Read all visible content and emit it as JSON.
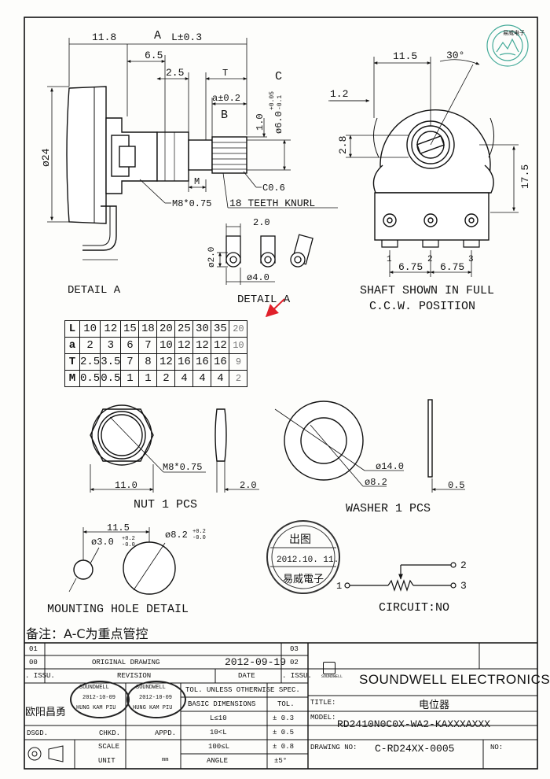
{
  "drawing": {
    "side_view": {
      "dim_overall": "11.8",
      "label_a": "A",
      "tol_l": "L±0.3",
      "dim_6_5": "6.5",
      "dim_2_5": "2.5",
      "label_t": "T",
      "tol_a": "a±0.2",
      "label_b": "B",
      "label_c": "C",
      "shaft_dia": "ø6.0",
      "shaft_dia_upper": "+0.05",
      "shaft_dia_lower": "-0.1",
      "dim_1_0": "1.0",
      "body_dia": "ø24",
      "label_m": "M",
      "chamfer": "C0.6",
      "thread": "M8*0.75",
      "knurl": "18 TEETH KNURL",
      "detail_label": "DETAIL A"
    },
    "front_view": {
      "dim_11_5": "11.5",
      "angle": "30°",
      "dim_1_2": "1.2",
      "dim_2_8": "2.8",
      "dim_17_5": "17.5",
      "pin_1": "1",
      "pin_2": "2",
      "pin_3": "3",
      "pitch_a": "6.75",
      "pitch_b": "6.75",
      "caption_line1": "SHAFT SHOWN IN FULL",
      "caption_line2": "C.C.W. POSITION"
    },
    "detail_a": {
      "dim_2_0_top": "2.0",
      "dim_2_0_side": "ø2.0",
      "dim_4_0": "ø4.0",
      "label": "DETAIL A"
    },
    "nut": {
      "thread": "M8*0.75",
      "width": "11.0",
      "thickness": "2.0",
      "caption": "NUT 1 PCS"
    },
    "washer": {
      "outer": "ø14.0",
      "inner": "ø8.2",
      "thickness": "0.5",
      "caption": "WASHER 1 PCS"
    },
    "mounting": {
      "spacing": "11.5",
      "small_hole": "ø3.0",
      "small_tol_upper": "+0.2",
      "small_tol_lower": "-0.0",
      "large_hole": "ø8.2",
      "large_tol_upper": "+0.2",
      "large_tol_lower": "-0.0",
      "caption": "MOUNTING HOLE DETAIL"
    },
    "circuit": {
      "pin_1": "1",
      "pin_2": "2",
      "pin_3": "3",
      "caption": "CIRCUIT:NO"
    },
    "stamp": {
      "top": "出图",
      "date": "2012.10. 11.",
      "bottom": "易威電子"
    },
    "corner_logo": "易威电子"
  },
  "dimension_table": {
    "rows": [
      {
        "label": "L",
        "values": [
          "10",
          "12",
          "15",
          "18",
          "20",
          "25",
          "30",
          "35",
          "20"
        ]
      },
      {
        "label": "a",
        "values": [
          "2",
          "3",
          "6",
          "7",
          "10",
          "12",
          "12",
          "12",
          "10"
        ]
      },
      {
        "label": "T",
        "values": [
          "2.5",
          "3.5",
          "7",
          "8",
          "12",
          "16",
          "16",
          "16",
          "9"
        ]
      },
      {
        "label": "M",
        "values": [
          "0.5",
          "0.5",
          "1",
          "1",
          "2",
          "4",
          "4",
          "4",
          "2"
        ]
      }
    ]
  },
  "note": "备注：A-C为重点管控",
  "title_block": {
    "rev_01": "01",
    "rev_00": "00",
    "original_drawing": "ORIGINAL DRAWING",
    "drawing_date": "2012-09-19",
    "rev_no_03": "03",
    "rev_no_02": "02",
    "issu": ". ISSU.",
    "revision": "REVISION",
    "date_label": "DATE",
    "issu_right": ". ISSU.",
    "company": "SOUNDWELL ELECTRONICS",
    "logo_label": "SOUNDWELL",
    "designer": "欧阳昌勇",
    "stamp_small_1": "SOUNDWELL",
    "stamp_small_date_1": "2012-10-09",
    "stamp_small_name_1": "HUNG KAM PIU",
    "stamp_small_2": "SOUNDWELL",
    "stamp_small_date_2": "2012-10-09",
    "stamp_small_name_2": "HUNG KAM PIU",
    "tol_header": "TOL. UNLESS OTHERWISE SPEC.",
    "basic_dimensions": "BASIC DIMENSIONS",
    "tol_label": "TOL.",
    "tol_row1_dim": "L≤10",
    "tol_row1_val": "± 0.3",
    "tol_row2_dim": "10<L",
    "tol_row2_val": "± 0.5",
    "tol_row3_dim": "100≤L",
    "tol_row3_val": "± 0.8",
    "angle_label": "ANGLE",
    "angle_val": "±5°",
    "title_label": "TITLE:",
    "title_value": "电位器",
    "model_label": "MODEL:",
    "model_value": "RD2410N0C0X-WA2-KAXXXAXXX",
    "dsgd": "DSGD.",
    "chkd": "CHKD.",
    "appd": "APPD.",
    "scale": "SCALE",
    "unit": "UNIT",
    "unit_value": "mm",
    "drawing_no_label": "DRAWING NO:",
    "drawing_no_value": "C-RD24XX-0005",
    "no_label": "NO:"
  }
}
